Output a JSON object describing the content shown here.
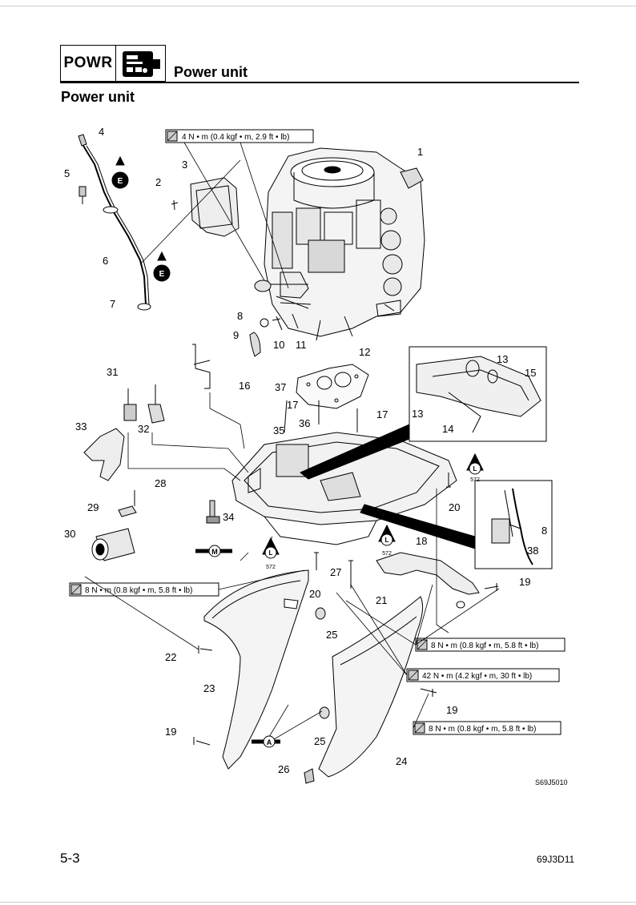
{
  "header": {
    "section_code": "POWR",
    "section_icon": "power-unit-icon",
    "section_title": "Power unit"
  },
  "page_title": "Power unit",
  "torque_specs": [
    "4 N • m (0.4 kgf • m, 2.9 ft • lb)",
    "8 N • m (0.8 kgf • m, 5.8 ft • lb)",
    "8 N • m (0.8 kgf • m, 5.8 ft • lb)",
    "42 N • m (4.2 kgf • m, 30 ft • lb)",
    "8 N • m (0.8 kgf • m, 5.8 ft • lb)"
  ],
  "callouts": [
    "1",
    "2",
    "3",
    "4",
    "5",
    "6",
    "7",
    "8",
    "9",
    "10",
    "11",
    "12",
    "13",
    "14",
    "15",
    "16",
    "17",
    "17",
    "13",
    "35",
    "36",
    "37",
    "31",
    "32",
    "33",
    "28",
    "29",
    "30",
    "34",
    "27",
    "20",
    "20",
    "21",
    "18",
    "19",
    "22",
    "23",
    "25",
    "24",
    "25",
    "26",
    "19",
    "19",
    "13",
    "8",
    "38"
  ],
  "loctite_label": "572",
  "grease_marks": [
    "E",
    "E",
    "M",
    "A",
    "L",
    "L",
    "L"
  ],
  "figure_code": "S69J5010",
  "footer": {
    "page_number": "5-3",
    "doc_code": "69J3D11"
  }
}
